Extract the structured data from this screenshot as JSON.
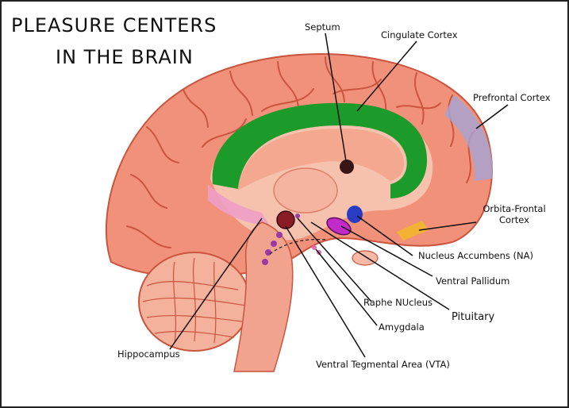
{
  "title": {
    "line1": "PLEASURE CENTERS",
    "line2": "IN THE BRAIN"
  },
  "labels": {
    "septum": "Septum",
    "cingulate_cortex": "Cingulate Cortex",
    "prefrontal_cortex": "Prefrontal Cortex",
    "orbito_frontal_line1": "Orbita-Frontal",
    "orbito_frontal_line2": "Cortex",
    "nucleus_accumbens": "Nucleus Accumbens (NA)",
    "ventral_pallidum": "Ventral Pallidum",
    "raphe_nucleus": "Raphe NUcleus",
    "pituitary": "Pituitary",
    "amygdala": "Amygdala",
    "hippocampus": "Hippocampus",
    "vta": "Ventral Tegmental Area (VTA)"
  },
  "colors": {
    "cortex": "#f2917a",
    "cortex_dark": "#c9553f",
    "inner": "#f7c2ad",
    "cingulate": "#1c9a2a",
    "prefrontal": "#a8a2cf",
    "orbito": "#f2b233",
    "accumbens": "#2a3cc4",
    "pallidum": "#c22bc8",
    "septum": "#3a1515",
    "vta": "#8a1c26",
    "hippocampus": "#ee9ec7",
    "raphe": "#9b3aa6",
    "cerebellum": "#f4b19c"
  }
}
